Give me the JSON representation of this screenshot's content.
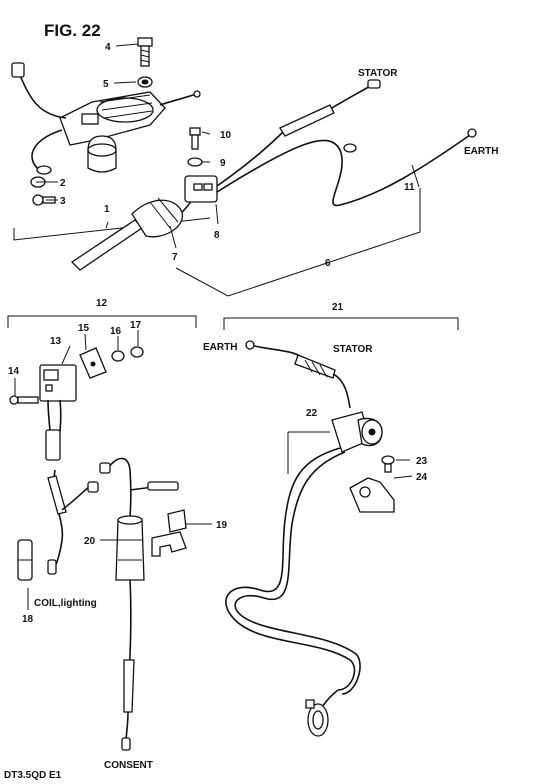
{
  "figure": {
    "title": "FIG. 22",
    "model_code": "DT3.5QD E1"
  },
  "callouts": {
    "c1": "1",
    "c2": "2",
    "c3": "3",
    "c4": "4",
    "c5": "5",
    "c6": "6",
    "c7": "7",
    "c8": "8",
    "c9": "9",
    "c10": "10",
    "c11": "11",
    "c12": "12",
    "c13": "13",
    "c14": "14",
    "c15": "15",
    "c16": "16",
    "c17": "17",
    "c18": "18",
    "c19": "19",
    "c20": "20",
    "c21": "21",
    "c22": "22",
    "c23": "23",
    "c24": "24"
  },
  "wire_labels": {
    "stator_top": "STATOR",
    "earth_top": "EARTH",
    "earth_lower": "EARTH",
    "stator_lower": "STATOR",
    "coil_lighting": "COIL,lighting",
    "consent": "CONSENT"
  }
}
